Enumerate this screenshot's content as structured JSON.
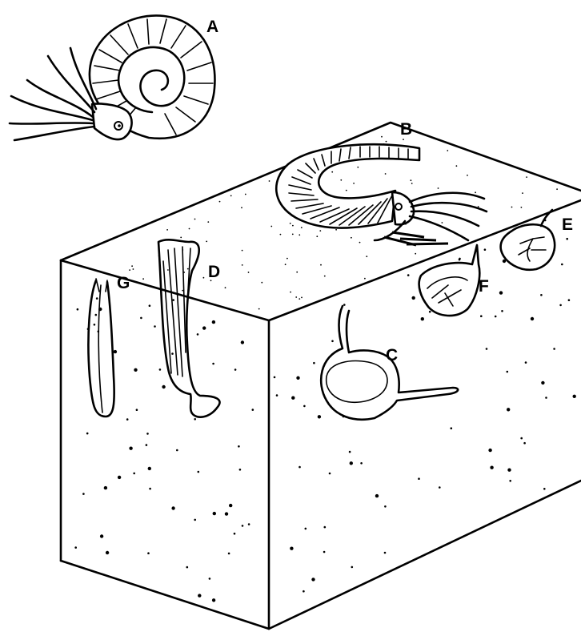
{
  "labels": {
    "a": "A",
    "b": "B",
    "c": "C",
    "d": "D",
    "e": "E",
    "f": "F",
    "g": "G"
  },
  "colors": {
    "ink": "#000000",
    "paper": "#ffffff"
  }
}
